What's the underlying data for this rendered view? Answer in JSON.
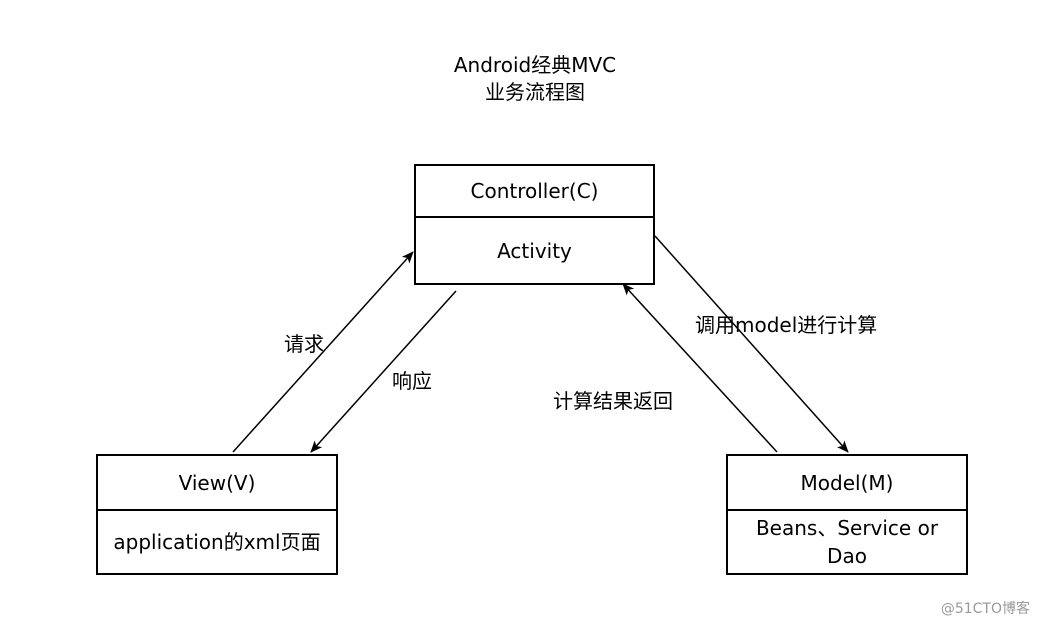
{
  "title": {
    "line1": "Android经典MVC",
    "line2": "业务流程图"
  },
  "nodes": {
    "controller": {
      "header": "Controller(C)",
      "body": "Activity"
    },
    "view": {
      "header": "View(V)",
      "body": "application的xml页面"
    },
    "model": {
      "header": "Model(M)",
      "body": "Beans、Service or Dao"
    }
  },
  "edges": {
    "request": "请求",
    "response": "响应",
    "call_model": "调用model进行计算",
    "return_result": "计算结果返回"
  },
  "watermark": "@51CTO博客",
  "colors": {
    "stroke": "#000000",
    "watermark": "#9a9a9a"
  }
}
